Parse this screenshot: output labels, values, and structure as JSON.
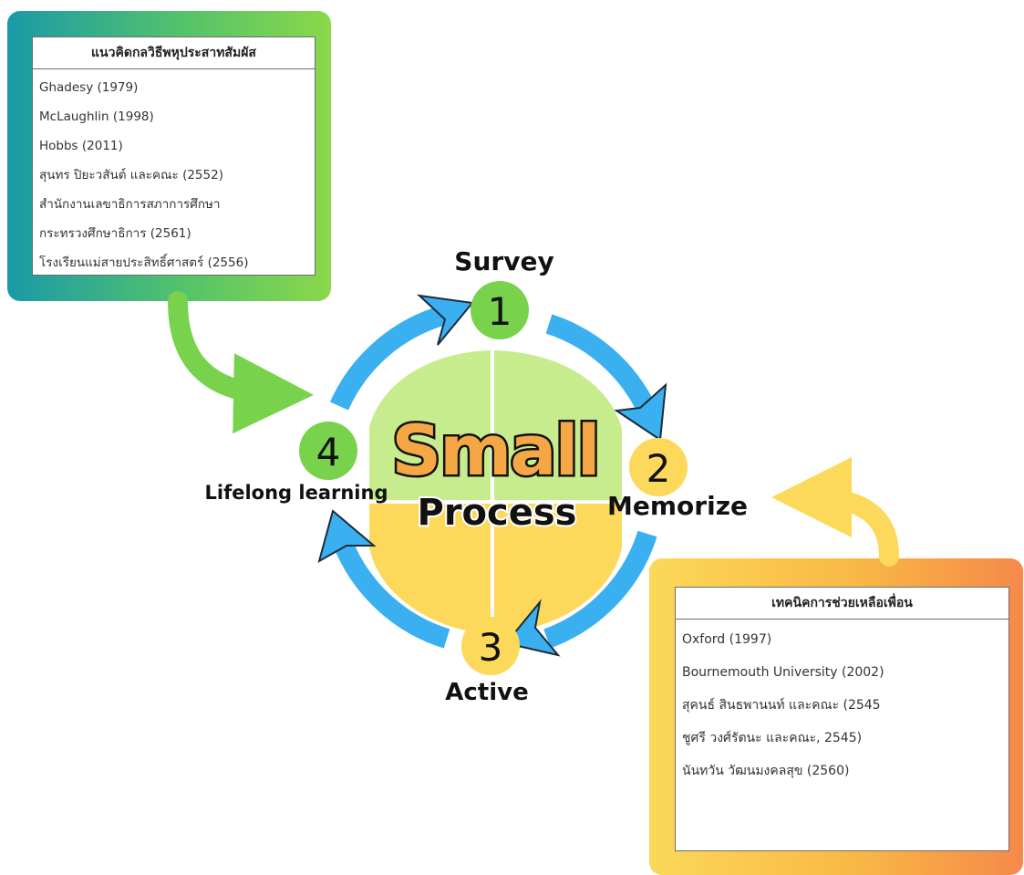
{
  "left_box": {
    "title": "แนวคิดกลวิธีพหุประสาทสัมผัส",
    "items": [
      "Ghadesy (1979)",
      "McLaughlin (1998)",
      "Hobbs (2011)",
      "สุนทร ปิยะวสันต์ และคณะ (2552)",
      "สำนักงานเลขาธิการสภาการศึกษา",
      "กระทรวงศึกษาธิการ (2561)",
      "โรงเรียนแม่สายประสิทธิ์ศาสตร์ (2556)"
    ]
  },
  "right_box": {
    "title": "เทคนิคการช่วยเหลือเพื่อน",
    "items": [
      "Oxford (1997)",
      "Bournemouth University (2002)",
      "สุคนธ์ สินธพานนท์ และคณะ (2545",
      "ชูศรี วงศ์รัตนะ และคณะ, 2545)",
      "นันทวัน วัฒนมงคลสุข (2560)"
    ]
  },
  "center": {
    "title": "Small",
    "subtitle": "Process"
  },
  "steps": [
    {
      "number": "1",
      "label": "Survey"
    },
    {
      "number": "2",
      "label": "Memorize"
    },
    {
      "number": "3",
      "label": "Active"
    },
    {
      "number": "4",
      "label": "Lifelong learning"
    }
  ],
  "colors": {
    "green": "#78d24b",
    "dark_green": "#21a64a",
    "yellow": "#fcd95a",
    "orange": "#f5894a",
    "teal": "#1a9aa8",
    "blue_arrow": "#3ab0f0"
  }
}
